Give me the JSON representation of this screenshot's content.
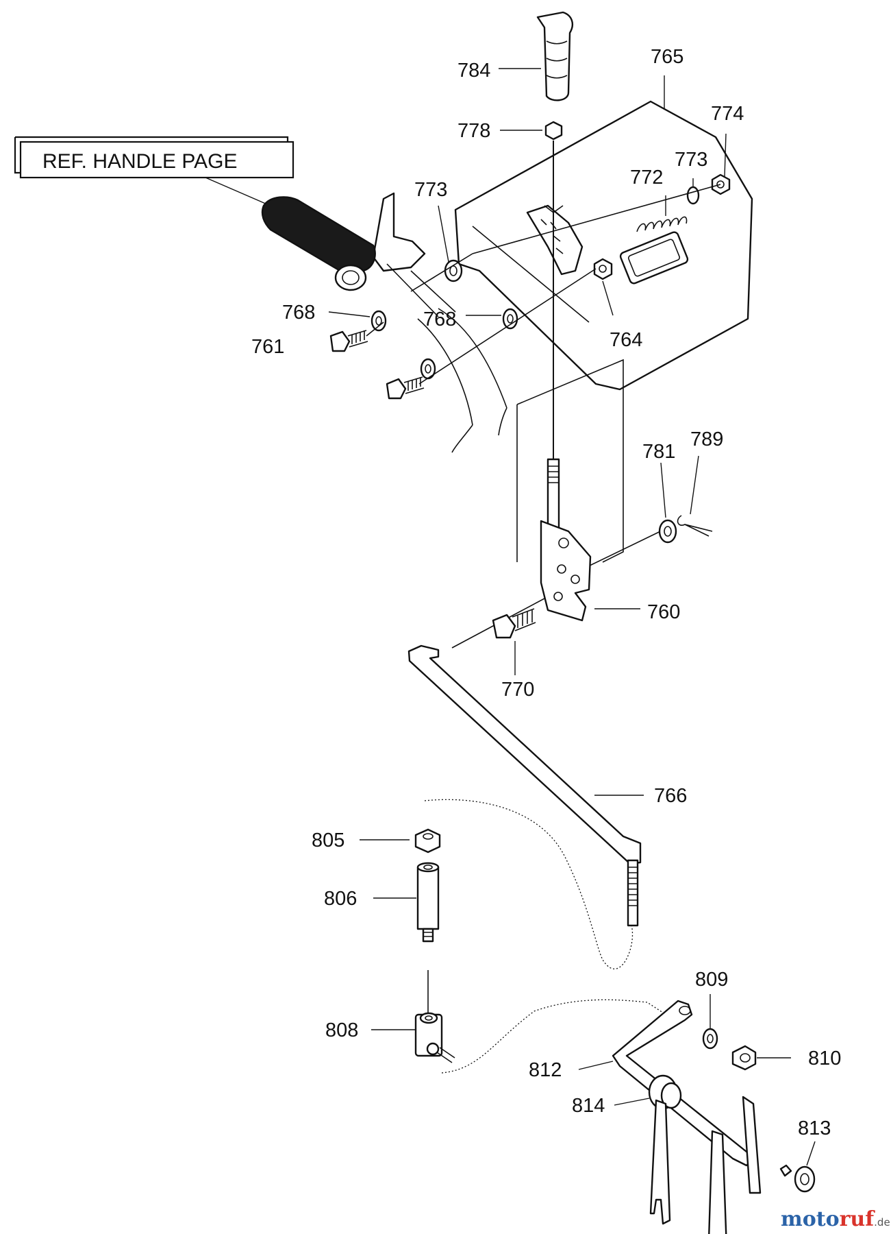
{
  "ref_box": {
    "text": "REF. HANDLE PAGE"
  },
  "labels": [
    {
      "id": "784",
      "text": "784"
    },
    {
      "id": "765",
      "text": "765"
    },
    {
      "id": "774",
      "text": "774"
    },
    {
      "id": "778",
      "text": "778"
    },
    {
      "id": "773a",
      "text": "773"
    },
    {
      "id": "772",
      "text": "772"
    },
    {
      "id": "773b",
      "text": "773"
    },
    {
      "id": "768a",
      "text": "768"
    },
    {
      "id": "761",
      "text": "761"
    },
    {
      "id": "768b",
      "text": "768"
    },
    {
      "id": "764",
      "text": "764"
    },
    {
      "id": "781",
      "text": "781"
    },
    {
      "id": "789",
      "text": "789"
    },
    {
      "id": "760",
      "text": "760"
    },
    {
      "id": "770",
      "text": "770"
    },
    {
      "id": "766",
      "text": "766"
    },
    {
      "id": "805",
      "text": "805"
    },
    {
      "id": "806",
      "text": "806"
    },
    {
      "id": "808",
      "text": "808"
    },
    {
      "id": "809",
      "text": "809"
    },
    {
      "id": "810",
      "text": "810"
    },
    {
      "id": "812",
      "text": "812"
    },
    {
      "id": "814",
      "text": "814"
    },
    {
      "id": "813",
      "text": "813"
    }
  ],
  "watermark": {
    "part1": "moto",
    "part2": "ruf",
    "suffix": ".de"
  },
  "colors": {
    "ink": "#111111",
    "watermark_blue": "#2b63a8",
    "watermark_red": "#d9332b"
  }
}
